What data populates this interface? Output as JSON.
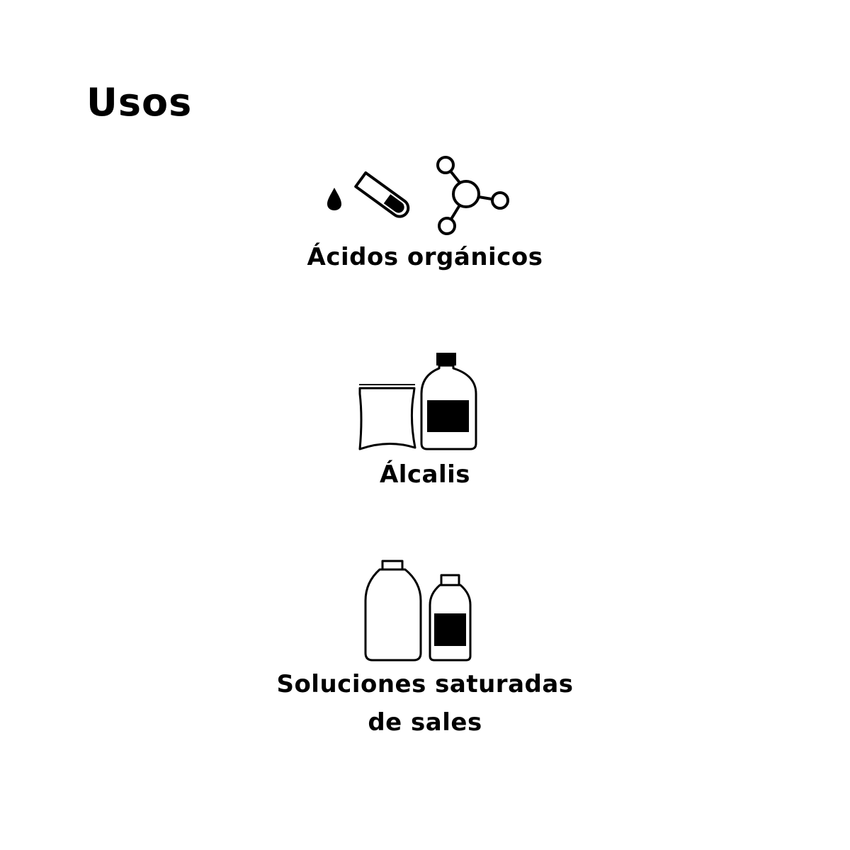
{
  "title": "Usos",
  "uses": [
    {
      "label": "Ácidos orgánicos",
      "icons": [
        "test-tube-icon",
        "molecule-icon"
      ]
    },
    {
      "label": "Álcalis",
      "icons": [
        "bag-icon",
        "bottle-icon"
      ]
    },
    {
      "label": "Soluciones saturadas\nde sales",
      "icons": [
        "jug-icon",
        "small-bottle-icon"
      ]
    }
  ],
  "colors": {
    "ink": "#000000",
    "background": "#ffffff"
  }
}
